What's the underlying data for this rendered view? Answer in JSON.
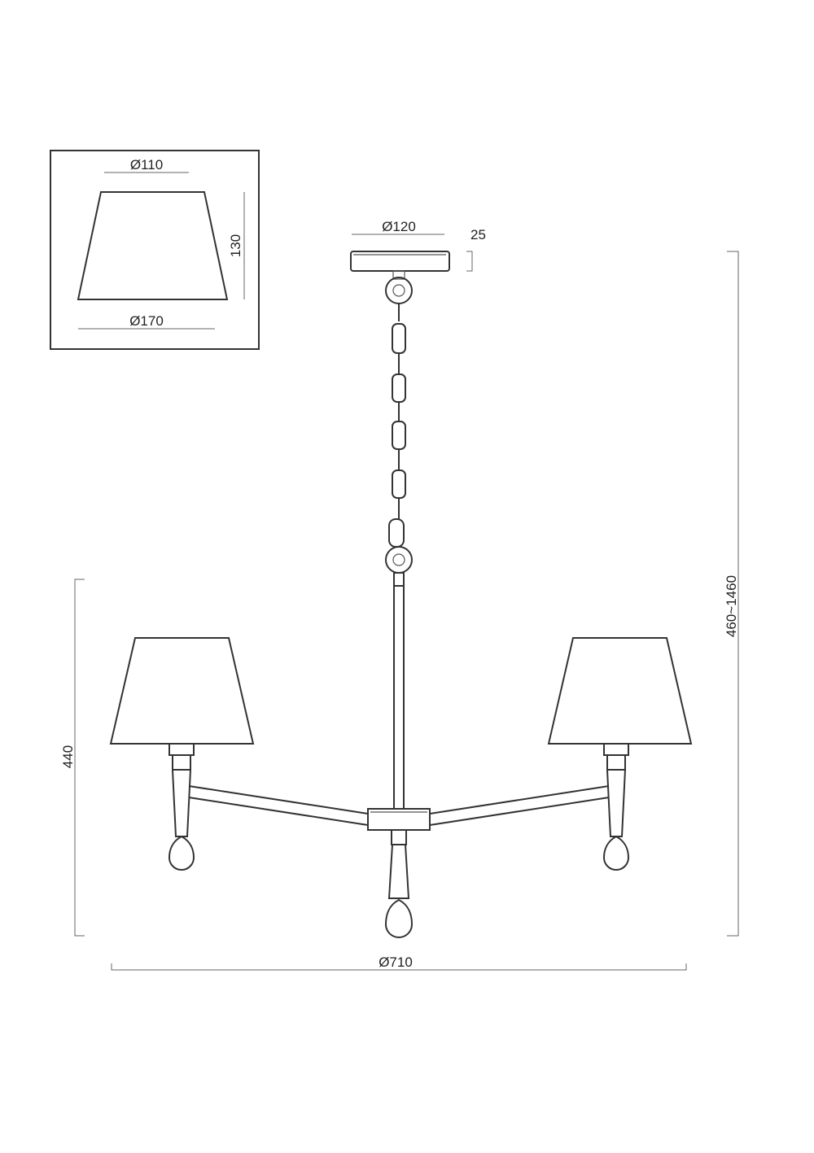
{
  "labels": {
    "shade_top_diameter": "Ø110",
    "shade_height": "130",
    "shade_bottom_diameter": "Ø170",
    "canopy_diameter": "Ø120",
    "canopy_height": "25",
    "total_height": "460~1460",
    "arm_height": "440",
    "total_diameter": "Ø710"
  },
  "colors": {
    "line": "#333333",
    "dimension": "#666666",
    "background": "#ffffff"
  }
}
